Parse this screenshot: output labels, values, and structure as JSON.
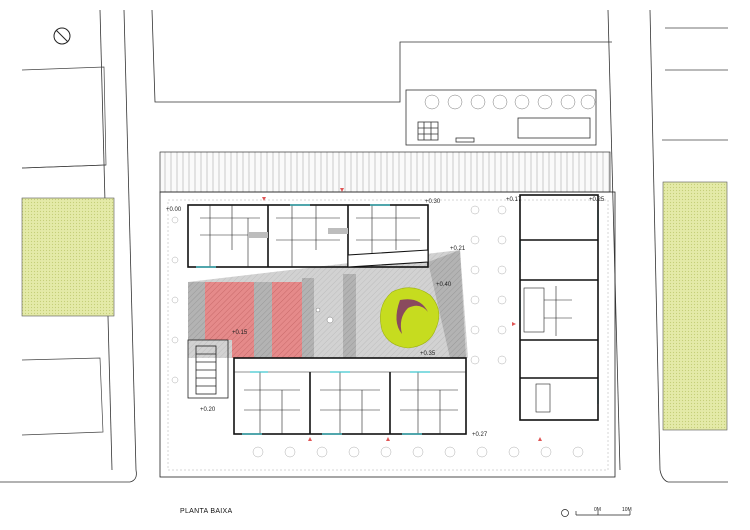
{
  "drawing": {
    "title": "PLANTA BAIXA",
    "scale_labels": [
      "0M",
      "10M"
    ],
    "icons": [
      "north-arrow-icon",
      "tree-canopy-icon",
      "entrance-marker-icon"
    ],
    "colors": {
      "green_zone": "#dfe6a3",
      "red_zone": "#e58a8a",
      "grey_zone": "#b0b0b0",
      "light_grey_zone": "#cfcfcf",
      "tree_canopy": "#c6dc1f",
      "tree_core": "#8a4a5e",
      "walls": "#111111",
      "glazing": "#3fc6cf",
      "markers": "#e05555"
    },
    "levels": [
      "+0.00",
      "+0.30",
      "+0.40",
      "+0.15",
      "+0.35",
      "+0.17",
      "+0.25",
      "+0.21",
      "+0.27",
      "+0.20"
    ]
  }
}
